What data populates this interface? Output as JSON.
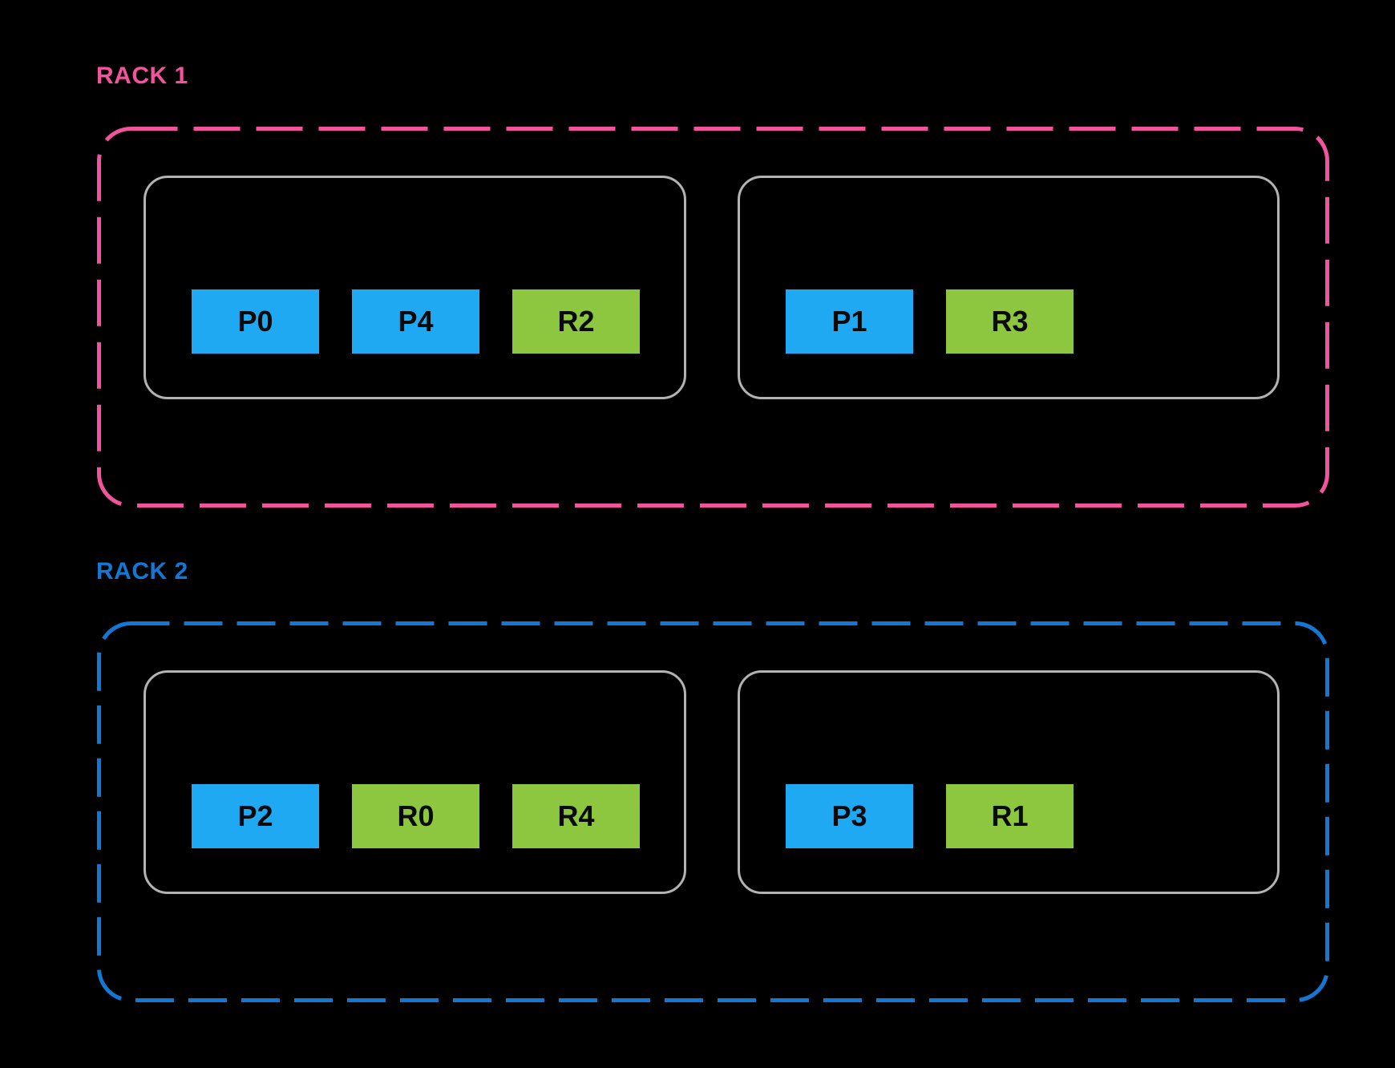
{
  "colors": {
    "background": "#000000",
    "rack1_accent": "#f2539d",
    "rack2_accent": "#1577d4",
    "prefill_block": "#1fa9f2",
    "decode_block": "#8dc740",
    "node_border": "#b3b3b3",
    "block_text": "#0a0a0a"
  },
  "racks": [
    {
      "label": "RACK 1",
      "nodes": [
        {
          "blocks": [
            {
              "label": "P0",
              "type": "prefill"
            },
            {
              "label": "P4",
              "type": "prefill"
            },
            {
              "label": "R2",
              "type": "decode"
            }
          ]
        },
        {
          "blocks": [
            {
              "label": "P1",
              "type": "prefill"
            },
            {
              "label": "R3",
              "type": "decode"
            }
          ]
        }
      ]
    },
    {
      "label": "RACK 2",
      "nodes": [
        {
          "blocks": [
            {
              "label": "P2",
              "type": "prefill"
            },
            {
              "label": "R0",
              "type": "decode"
            },
            {
              "label": "R4",
              "type": "decode"
            }
          ]
        },
        {
          "blocks": [
            {
              "label": "P3",
              "type": "prefill"
            },
            {
              "label": "R1",
              "type": "decode"
            }
          ]
        }
      ]
    }
  ]
}
